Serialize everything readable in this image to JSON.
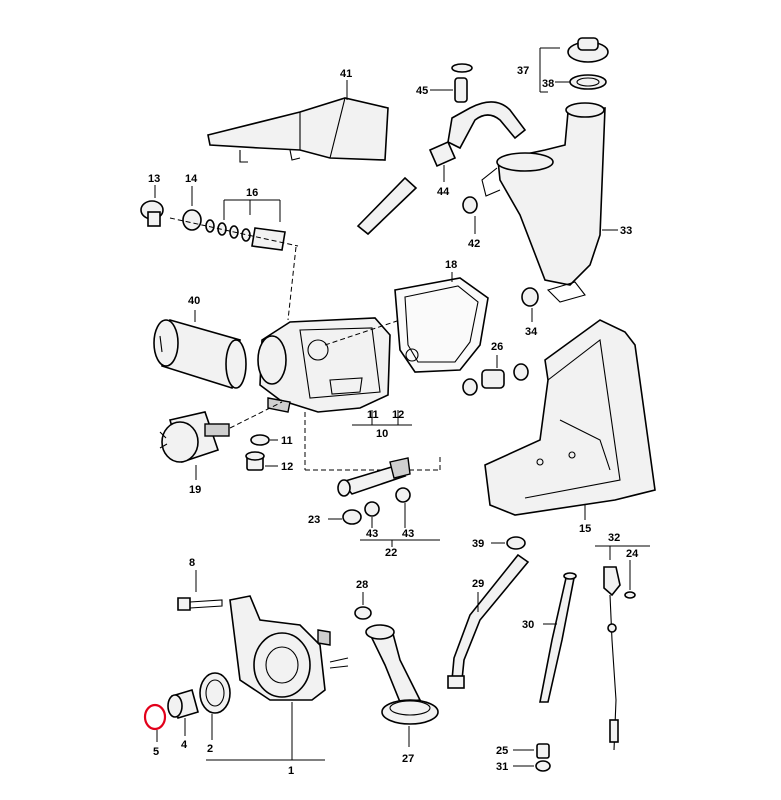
{
  "diagram": {
    "highlight_color": "#e2001a",
    "labels": {
      "l1": "1",
      "l2": "2",
      "l4": "4",
      "l5": "5",
      "l8": "8",
      "l10": "10",
      "l11a": "11",
      "l11b": "11",
      "l12a": "12",
      "l12b": "12",
      "l13": "13",
      "l14": "14",
      "l15": "15",
      "l16": "16",
      "l18": "18",
      "l19": "19",
      "l22": "22",
      "l23": "23",
      "l24": "24",
      "l25": "25",
      "l26": "26",
      "l27": "27",
      "l28": "28",
      "l29": "29",
      "l30": "30",
      "l31": "31",
      "l32": "32",
      "l33": "33",
      "l34": "34",
      "l37": "37",
      "l38": "38",
      "l39": "39",
      "l40": "40",
      "l41": "41",
      "l42": "42",
      "l43a": "43",
      "l43b": "43",
      "l44": "44",
      "l45": "45"
    }
  }
}
